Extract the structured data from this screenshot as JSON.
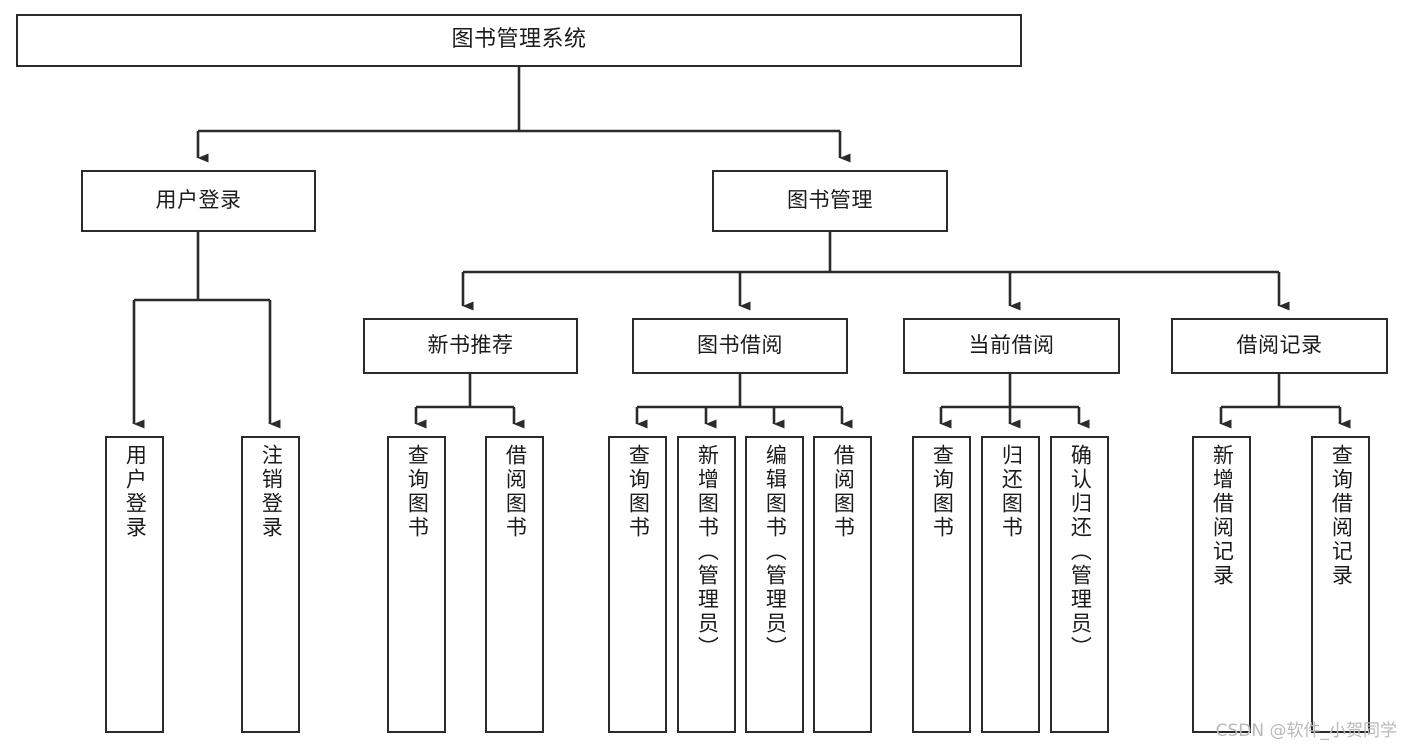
{
  "diagram": {
    "title": "图书管理系统",
    "watermark": "CSDN @软件_小贺同学",
    "line_color": "#2b2b2b",
    "box_fill": "#ffffff",
    "text_color": "#1b1b1b",
    "watermark_color": "#b9b9b9",
    "root": {
      "label": "图书管理系统"
    },
    "level2": [
      {
        "label": "用户登录"
      },
      {
        "label": "图书管理"
      }
    ],
    "level3": [
      {
        "label": "新书推荐"
      },
      {
        "label": "图书借阅"
      },
      {
        "label": "当前借阅"
      },
      {
        "label": "借阅记录"
      }
    ],
    "leaves": {
      "user_login": [
        {
          "label": "用户登录"
        },
        {
          "label": "注销登录"
        }
      ],
      "new_book": [
        {
          "label": "查询图书"
        },
        {
          "label": "借阅图书"
        }
      ],
      "book_borrow": [
        {
          "label": "查询图书"
        },
        {
          "label": "新增图书（管理员）"
        },
        {
          "label": "编辑图书（管理员）"
        },
        {
          "label": "借阅图书"
        }
      ],
      "current_borrow": [
        {
          "label": "查询图书"
        },
        {
          "label": "归还图书"
        },
        {
          "label": "确认归还（管理员）"
        }
      ],
      "borrow_record": [
        {
          "label": "新增借阅记录"
        },
        {
          "label": "查询借阅记录"
        }
      ]
    }
  }
}
